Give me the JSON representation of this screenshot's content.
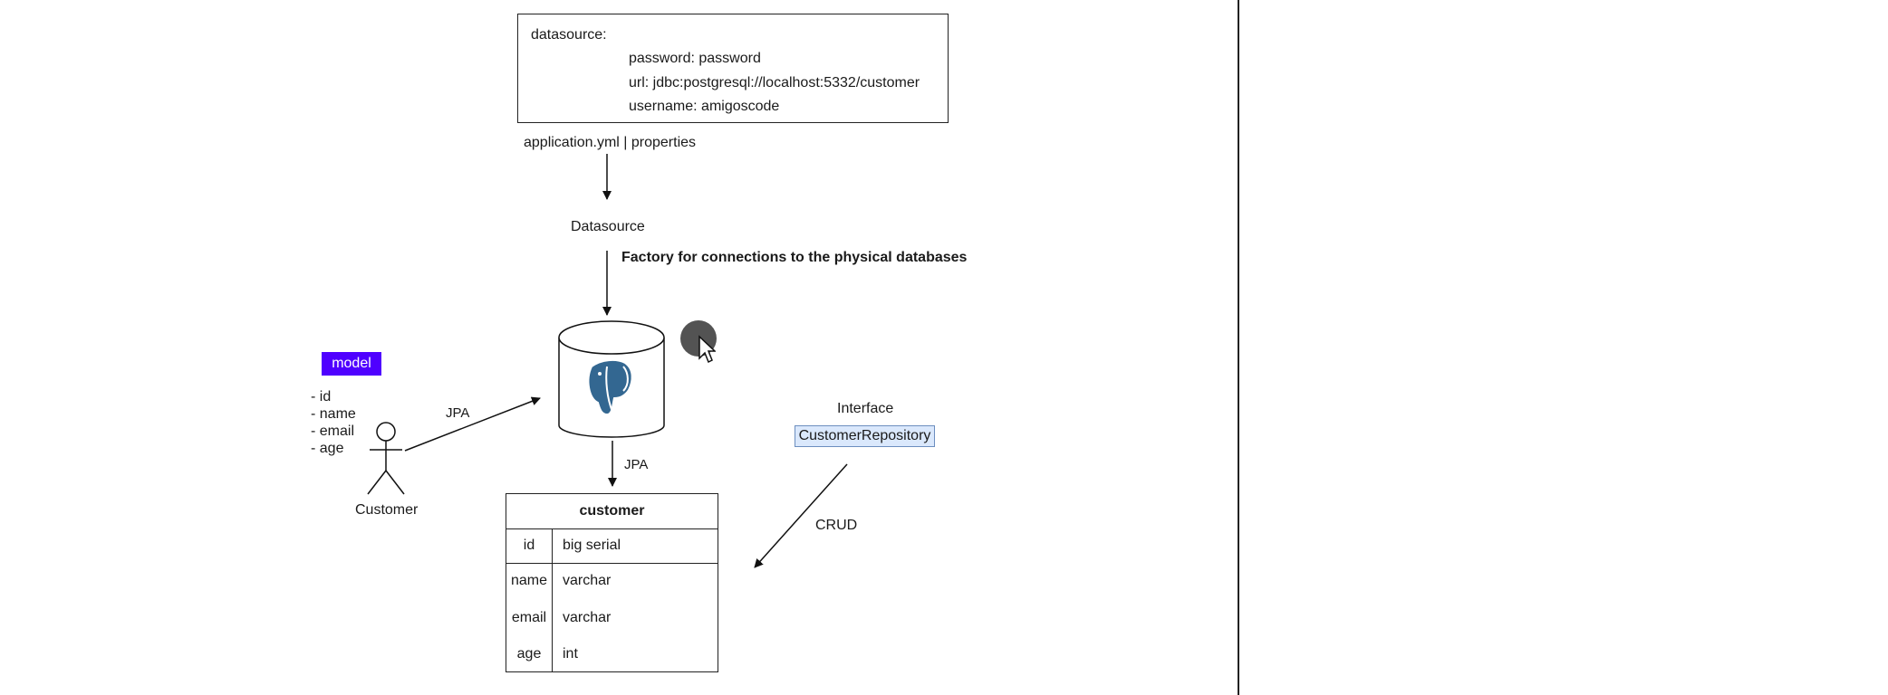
{
  "config": {
    "key": "datasource:",
    "lines": [
      "password: password",
      "url: jdbc:postgresql://localhost:5332/customer",
      "username: amigoscode"
    ],
    "caption": "application.yml | properties"
  },
  "datasource_label": "Datasource",
  "factory_label": "Factory for connections to the physical databases",
  "model": {
    "badge": "model",
    "badge_color": "#4f00ff",
    "fields": [
      "- id",
      "- name",
      "- email",
      "- age"
    ]
  },
  "actor_label": "Customer",
  "jpa_label_left": "JPA",
  "jpa_label_down": "JPA",
  "interface_label": "Interface",
  "repository_label": "CustomerRepository",
  "crud_label": "CRUD",
  "database_icon": "postgresql-elephant-icon",
  "table": {
    "title": "customer",
    "rows": [
      {
        "name": "id",
        "type": "big serial"
      },
      {
        "name": "name",
        "type": "varchar"
      },
      {
        "name": "email",
        "type": "varchar"
      },
      {
        "name": "age",
        "type": "int"
      }
    ]
  }
}
